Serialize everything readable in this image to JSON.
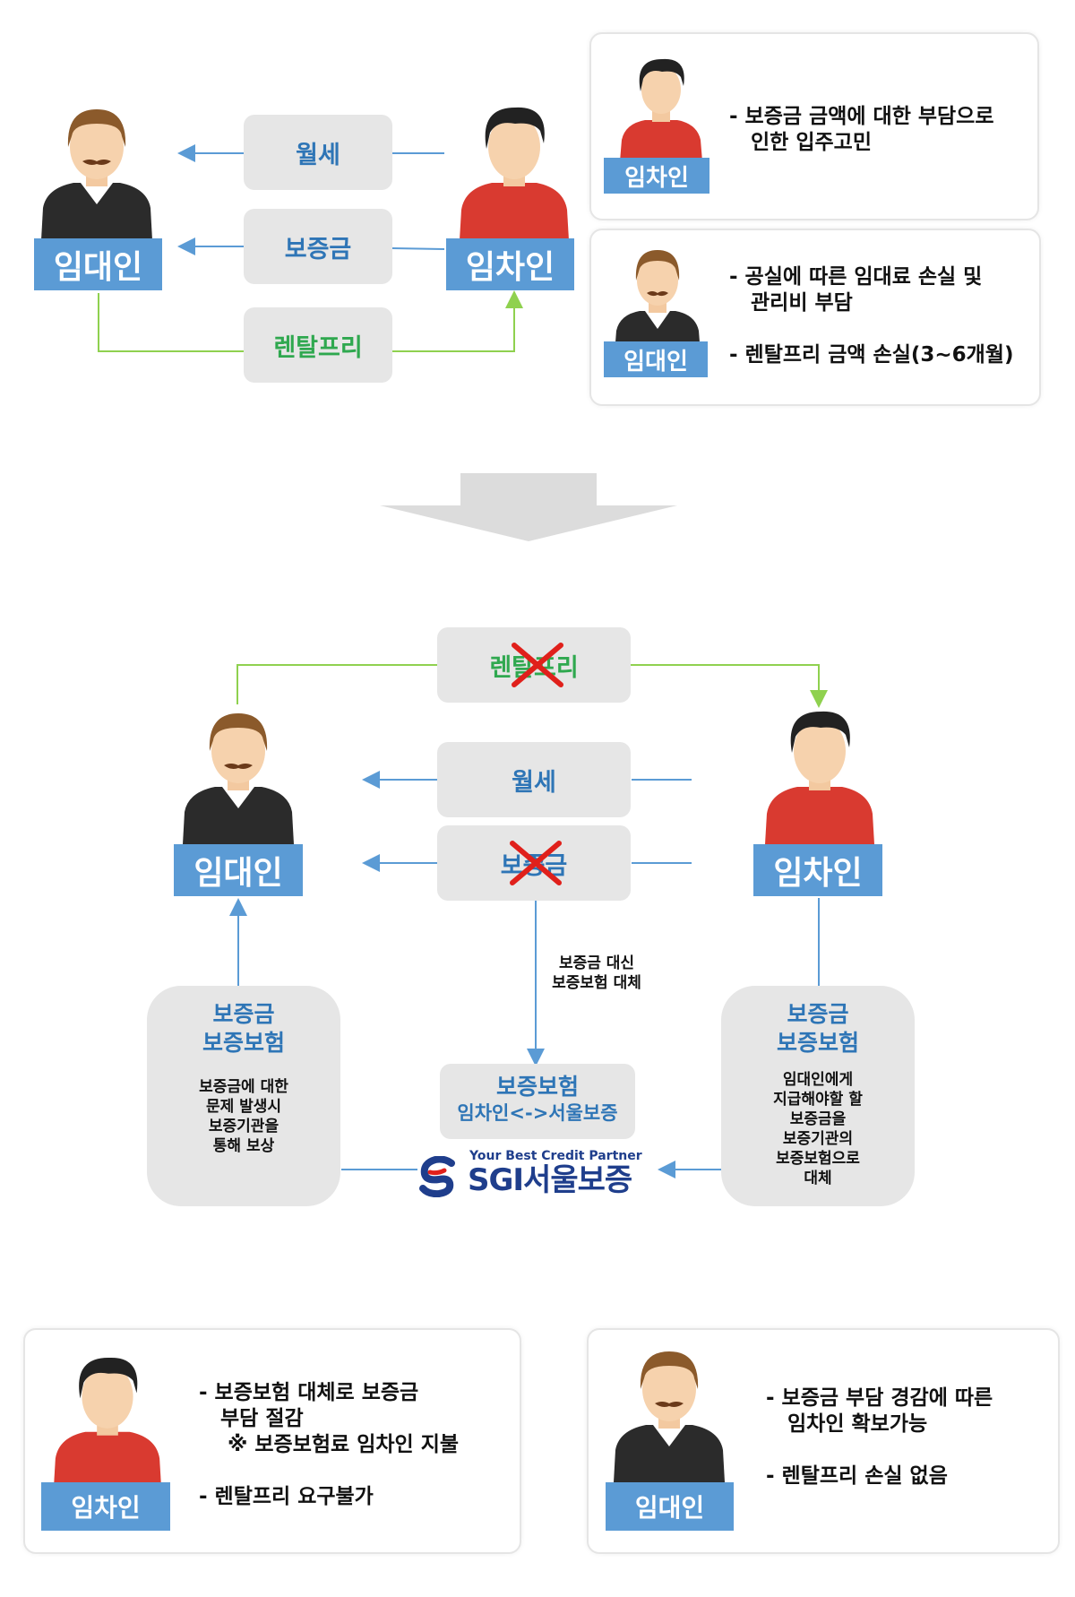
{
  "top": {
    "landlord_label": "임대인",
    "tenant_label": "임차인",
    "rent": "월세",
    "deposit": "보증금",
    "rentfree": "렌탈프리"
  },
  "cards_top": {
    "tenant": {
      "label": "임차인",
      "text": "- 보증금 금액에 대한 부담으로\n   인한 입주고민"
    },
    "landlord": {
      "label": "임대인",
      "text": "- 공실에 따른 임대료 손실 및\n   관리비 부담\n\n- 렌탈프리 금액 손실(3~6개월)"
    }
  },
  "middle": {
    "rentfree": "렌탈프리",
    "rent": "월세",
    "deposit": "보증금",
    "landlord_label": "임대인",
    "tenant_label": "임차인",
    "arrow_note": "보증금 대신\n보증보험 대체",
    "left_box": {
      "title": "보증금\n보증보험",
      "text": "보증금에 대한\n문제 발생시\n보증기관을\n통해 보상"
    },
    "right_box": {
      "title": "보증금\n보증보험",
      "text": "임대인에게\n지급해야할 할\n보증금을\n보증기관의\n보증보험으로\n대체"
    },
    "center_box": {
      "title": "보증보험",
      "subtitle": "임차인<->서울보증"
    },
    "logo": {
      "tagline": "Your Best Credit Partner",
      "brand": "SGI서울보증"
    }
  },
  "cards_bottom": {
    "tenant": {
      "label": "임차인",
      "text": "- 보증보험 대체로 보증금\n   부담 절감\n    ※ 보증보험료 임차인 지불\n\n- 렌탈프리 요구불가"
    },
    "landlord": {
      "label": "임대인",
      "text": "- 보증금 부담 경감에 따른\n   임차인 확보가능\n\n- 렌탈프리 손실 없음"
    }
  },
  "colors": {
    "accent_blue": "#5b9bd5",
    "title_blue": "#2e75b6",
    "green": "#2fa84f",
    "line_green": "#8fd14f",
    "red_x": "#e0201b"
  }
}
